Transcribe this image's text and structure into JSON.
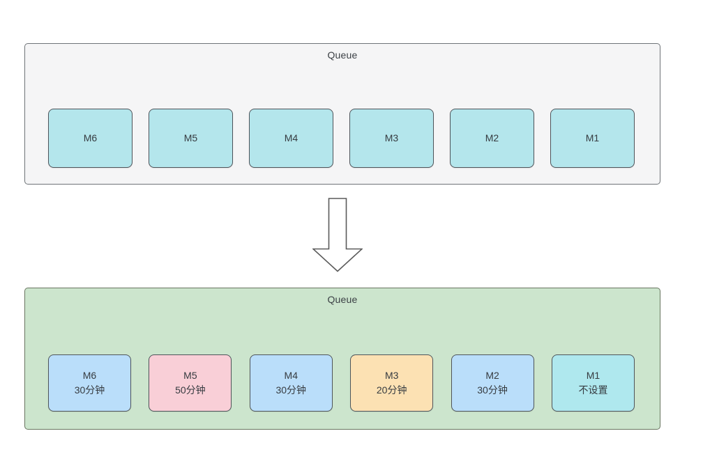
{
  "diagram": {
    "top_queue": {
      "label": "Queue",
      "background": "#f5f5f6",
      "items": [
        {
          "label": "M6",
          "color": "#b4e6ec"
        },
        {
          "label": "M5",
          "color": "#b4e6ec"
        },
        {
          "label": "M4",
          "color": "#b4e6ec"
        },
        {
          "label": "M3",
          "color": "#b4e6ec"
        },
        {
          "label": "M2",
          "color": "#b4e6ec"
        },
        {
          "label": "M1",
          "color": "#b4e6ec"
        }
      ]
    },
    "arrow": {
      "icon": "down-arrow-icon",
      "direction": "down"
    },
    "bottom_queue": {
      "label": "Queue",
      "background": "#cce5cd",
      "items": [
        {
          "label": "M6",
          "sublabel": "30分钟",
          "color": "#badefa"
        },
        {
          "label": "M5",
          "sublabel": "50分钟",
          "color": "#f9cfd7"
        },
        {
          "label": "M4",
          "sublabel": "30分钟",
          "color": "#badefa"
        },
        {
          "label": "M3",
          "sublabel": "20分钟",
          "color": "#fce1b3"
        },
        {
          "label": "M2",
          "sublabel": "30分钟",
          "color": "#badefa"
        },
        {
          "label": "M1",
          "sublabel": "不设置",
          "color": "#afe8ee"
        }
      ]
    }
  }
}
